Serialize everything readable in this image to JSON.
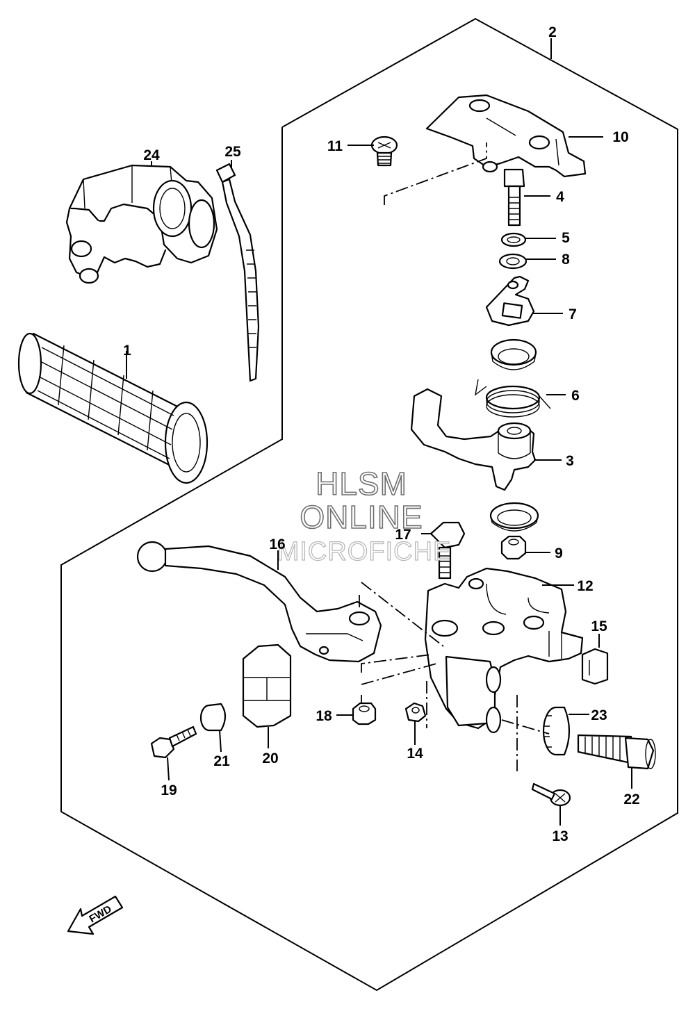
{
  "watermark": {
    "line1": "HLSM",
    "line2": "ONLINE",
    "line3": "MICROFICHE"
  },
  "direction_label": "FWD",
  "callouts": {
    "p1": "1",
    "p2": "2",
    "p3": "3",
    "p4": "4",
    "p5": "5",
    "p6": "6",
    "p7": "7",
    "p8": "8",
    "p9": "9",
    "p10": "10",
    "p11": "11",
    "p12": "12",
    "p13": "13",
    "p14": "14",
    "p15": "15",
    "p16": "16",
    "p17": "17",
    "p18": "18",
    "p19": "19",
    "p20": "20",
    "p21": "21",
    "p22": "22",
    "p23": "23",
    "p24": "24",
    "p25": "25"
  }
}
